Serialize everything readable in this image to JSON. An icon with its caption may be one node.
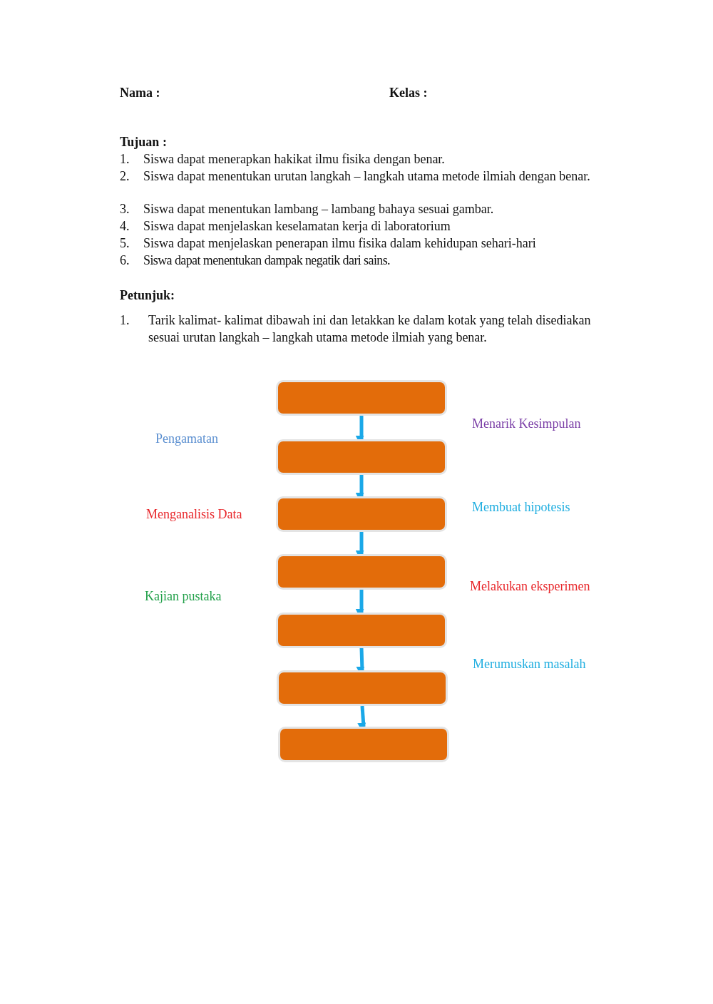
{
  "diagram": {
    "nodes": [
      {
        "text": [],
        "shape": "box"
      },
      {
        "text": [],
        "shape": "box"
      },
      {
        "text": [],
        "shape": "box"
      },
      {
        "text": [],
        "shape": "box"
      },
      {
        "text": [],
        "shape": "box"
      },
      {
        "text": [],
        "shape": "box"
      },
      {
        "text": [],
        "shape": "box"
      }
    ],
    "edges": [
      {
        "from": 0,
        "to": 1,
        "arrow": "to"
      },
      {
        "from": 1,
        "to": 2,
        "arrow": "to"
      },
      {
        "from": 2,
        "to": 3,
        "arrow": "to"
      },
      {
        "from": 3,
        "to": 4,
        "arrow": "to"
      },
      {
        "from": 4,
        "to": 5,
        "arrow": "to"
      },
      {
        "from": 5,
        "to": 6,
        "arrow": "to"
      }
    ],
    "labels": [
      "Nama :",
      "Kelas :",
      "Tujuan :",
      "1.",
      "Siswa dapat menerapkan hakikat ilmu fisika dengan benar.",
      "2.",
      "Siswa dapat menentukan urutan langkah – langkah utama metode ilmiah dengan benar.",
      "3.",
      "Siswa dapat menentukan lambang – lambang bahaya sesuai gambar.",
      "4.",
      "Siswa dapat menjelaskan keselamatan kerja di laboratorium",
      "5.",
      "Siswa dapat menjelaskan penerapan ilmu fisika dalam kehidupan sehari-hari",
      "6.",
      "Siswa dapat menentukan dampak negatik dari sains.",
      "Petunjuk:",
      "1.",
      "Tarik kalimat- kalimat dibawah ini dan letakkan ke dalam kotak yang telah disediakan sesuai urutan langkah – langkah utama metode ilmiah yang benar.",
      "Menarik Kesimpulan",
      "Pengamatan",
      "Membuat hipotesis",
      "Menganalisis Data",
      "Melakukan eksperimen",
      "Kajian pustaka",
      "Merumuskan masalah"
    ]
  }
}
